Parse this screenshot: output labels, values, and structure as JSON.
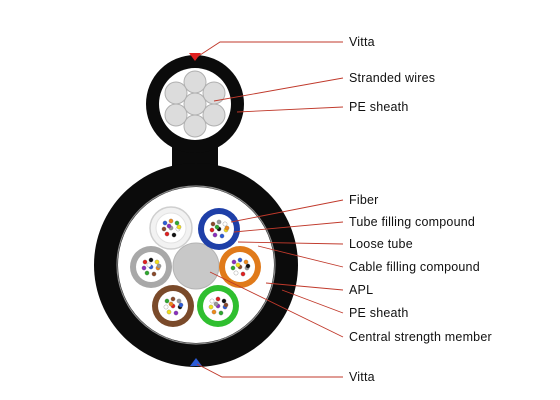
{
  "labels": {
    "vitta_top": "Vitta",
    "stranded_wires": "Stranded wires",
    "pe_sheath_top": "PE sheath",
    "fiber": "Fiber",
    "tube_filling_compound": "Tube filling compound",
    "loose_tube": "Loose tube",
    "cable_filling_compound": "Cable filling compound",
    "apl": "APL",
    "pe_sheath_bottom": "PE sheath",
    "central_strength_member": "Central strength member",
    "vitta_bottom": "Vitta"
  },
  "colors": {
    "sheath": "#0b0b0b",
    "leader_line": "#c0392b",
    "vitta_top_marker": "#e02020",
    "vitta_bottom_marker": "#2a5bd7",
    "strand_fill": "#dcdcdc",
    "central_member": "#c8c8c8",
    "tube_white": "#f2f2f2",
    "tube_blue": "#1e3fa8",
    "tube_orange": "#e07a1a",
    "tube_grey": "#a8a8a8",
    "tube_brown": "#7a4a2a",
    "tube_green": "#2fbf2f"
  },
  "fiber_colors": [
    "#2a5bd7",
    "#f08a1a",
    "#2fa82f",
    "#8a4a2a",
    "#9a9a9a",
    "#ffffff",
    "#e02020",
    "#111111",
    "#f2e01a",
    "#8a2fbf"
  ]
}
